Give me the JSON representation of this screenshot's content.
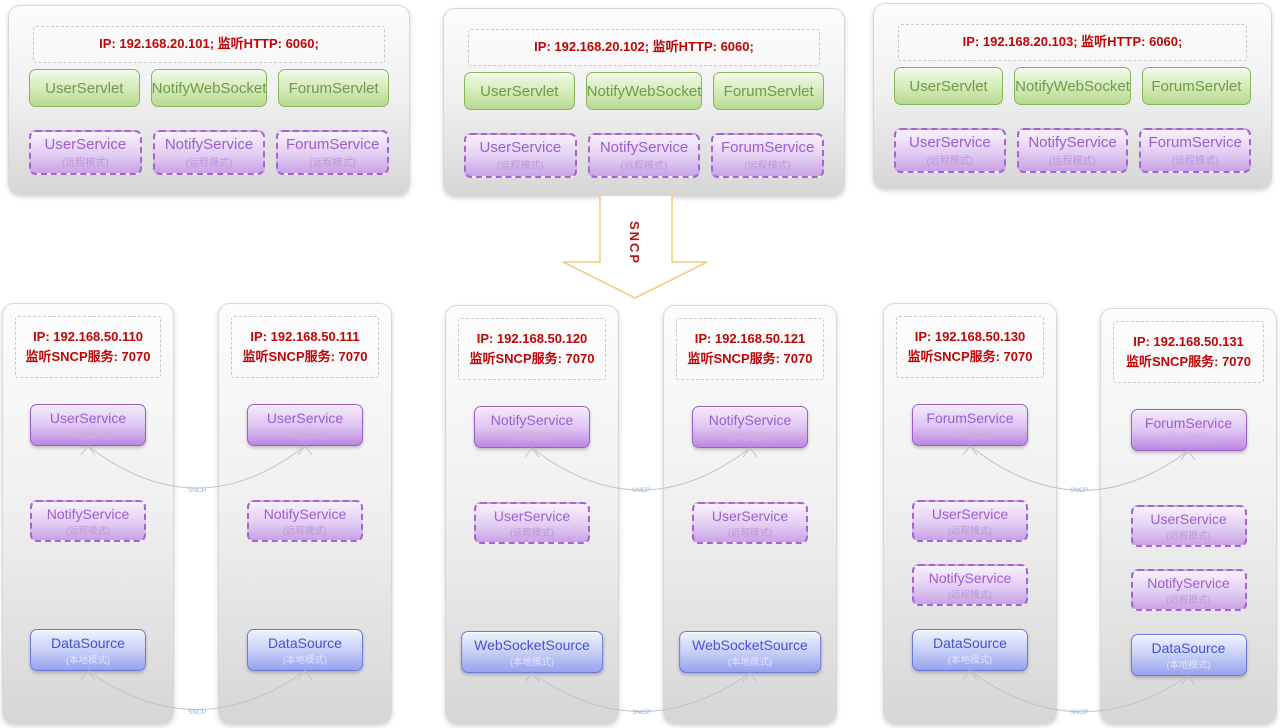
{
  "colors": {
    "accent_red": "#c00505",
    "green_border": "#85b65e",
    "purple_border": "#9c5ec8",
    "blue_border": "#6b79dd",
    "arrow_outline": "#f1ca7d",
    "connector_line": "#bcc2c9"
  },
  "top_servers": [
    {
      "ip_line": "IP: 192.168.20.101;  监听HTTP: 6060;",
      "servlets": [
        "UserServlet",
        "NotifyWebSocket",
        "ForumServlet"
      ],
      "services": [
        {
          "name": "UserService",
          "mode": "(远程模式)"
        },
        {
          "name": "NotifyService",
          "mode": "(远程模式)"
        },
        {
          "name": "ForumService",
          "mode": "(远程模式)"
        }
      ]
    },
    {
      "ip_line": "IP: 192.168.20.102;  监听HTTP: 6060;",
      "servlets": [
        "UserServlet",
        "NotifyWebSocket",
        "ForumServlet"
      ],
      "services": [
        {
          "name": "UserService",
          "mode": "(远程模式)"
        },
        {
          "name": "NotifyService",
          "mode": "(远程模式)"
        },
        {
          "name": "ForumService",
          "mode": "(远程模式)"
        }
      ]
    },
    {
      "ip_line": "IP: 192.168.20.103;  监听HTTP: 6060;",
      "servlets": [
        "UserServlet",
        "NotifyWebSocket",
        "ForumServlet"
      ],
      "services": [
        {
          "name": "UserService",
          "mode": "(远程模式)"
        },
        {
          "name": "NotifyService",
          "mode": "(远程模式)"
        },
        {
          "name": "ForumService",
          "mode": "(远程模式)"
        }
      ]
    }
  ],
  "sncp_arrow": {
    "label": "SNCP"
  },
  "connector_label": "SNCP",
  "bottom_nodes": [
    {
      "ip_line1": "IP: 192.168.50.110",
      "ip_line2": "监听SNCP服务: 7070",
      "services": [
        {
          "name": "UserService",
          "mode": "(本地模式)"
        },
        {
          "name": "NotifyService",
          "mode": "(远程模式)"
        },
        {
          "name": "DataSource",
          "mode": "(本地模式)"
        }
      ]
    },
    {
      "ip_line1": "IP: 192.168.50.111",
      "ip_line2": "监听SNCP服务: 7070",
      "services": [
        {
          "name": "UserService",
          "mode": "(本地模式)"
        },
        {
          "name": "NotifyService",
          "mode": "(远程模式)"
        },
        {
          "name": "DataSource",
          "mode": "(本地模式)"
        }
      ]
    },
    {
      "ip_line1": "IP: 192.168.50.120",
      "ip_line2": "监听SNCP服务: 7070",
      "services": [
        {
          "name": "NotifyService",
          "mode": "(本地模式)"
        },
        {
          "name": "UserService",
          "mode": "(远程模式)"
        },
        {
          "name": "WebSocketSource",
          "mode": "(本地模式)"
        }
      ]
    },
    {
      "ip_line1": "IP: 192.168.50.121",
      "ip_line2": "监听SNCP服务: 7070",
      "services": [
        {
          "name": "NotifyService",
          "mode": "(本地模式)"
        },
        {
          "name": "UserService",
          "mode": "(远程模式)"
        },
        {
          "name": "WebSocketSource",
          "mode": "(本地模式)"
        }
      ]
    },
    {
      "ip_line1": "IP: 192.168.50.130",
      "ip_line2": "监听SNCP服务: 7070",
      "services": [
        {
          "name": "ForumService",
          "mode": "(本地模式)"
        },
        {
          "name": "UserService",
          "mode": "(远程模式)"
        },
        {
          "name": "NotifyService",
          "mode": "(远程模式)"
        },
        {
          "name": "DataSource",
          "mode": "(本地模式)"
        }
      ]
    },
    {
      "ip_line1": "IP: 192.168.50.131",
      "ip_line2": "监听SNCP服务: 7070",
      "services": [
        {
          "name": "ForumService",
          "mode": "(本地模式)"
        },
        {
          "name": "UserService",
          "mode": "(远程模式)"
        },
        {
          "name": "NotifyService",
          "mode": "(远程模式)"
        },
        {
          "name": "DataSource",
          "mode": "(本地模式)"
        }
      ]
    }
  ]
}
